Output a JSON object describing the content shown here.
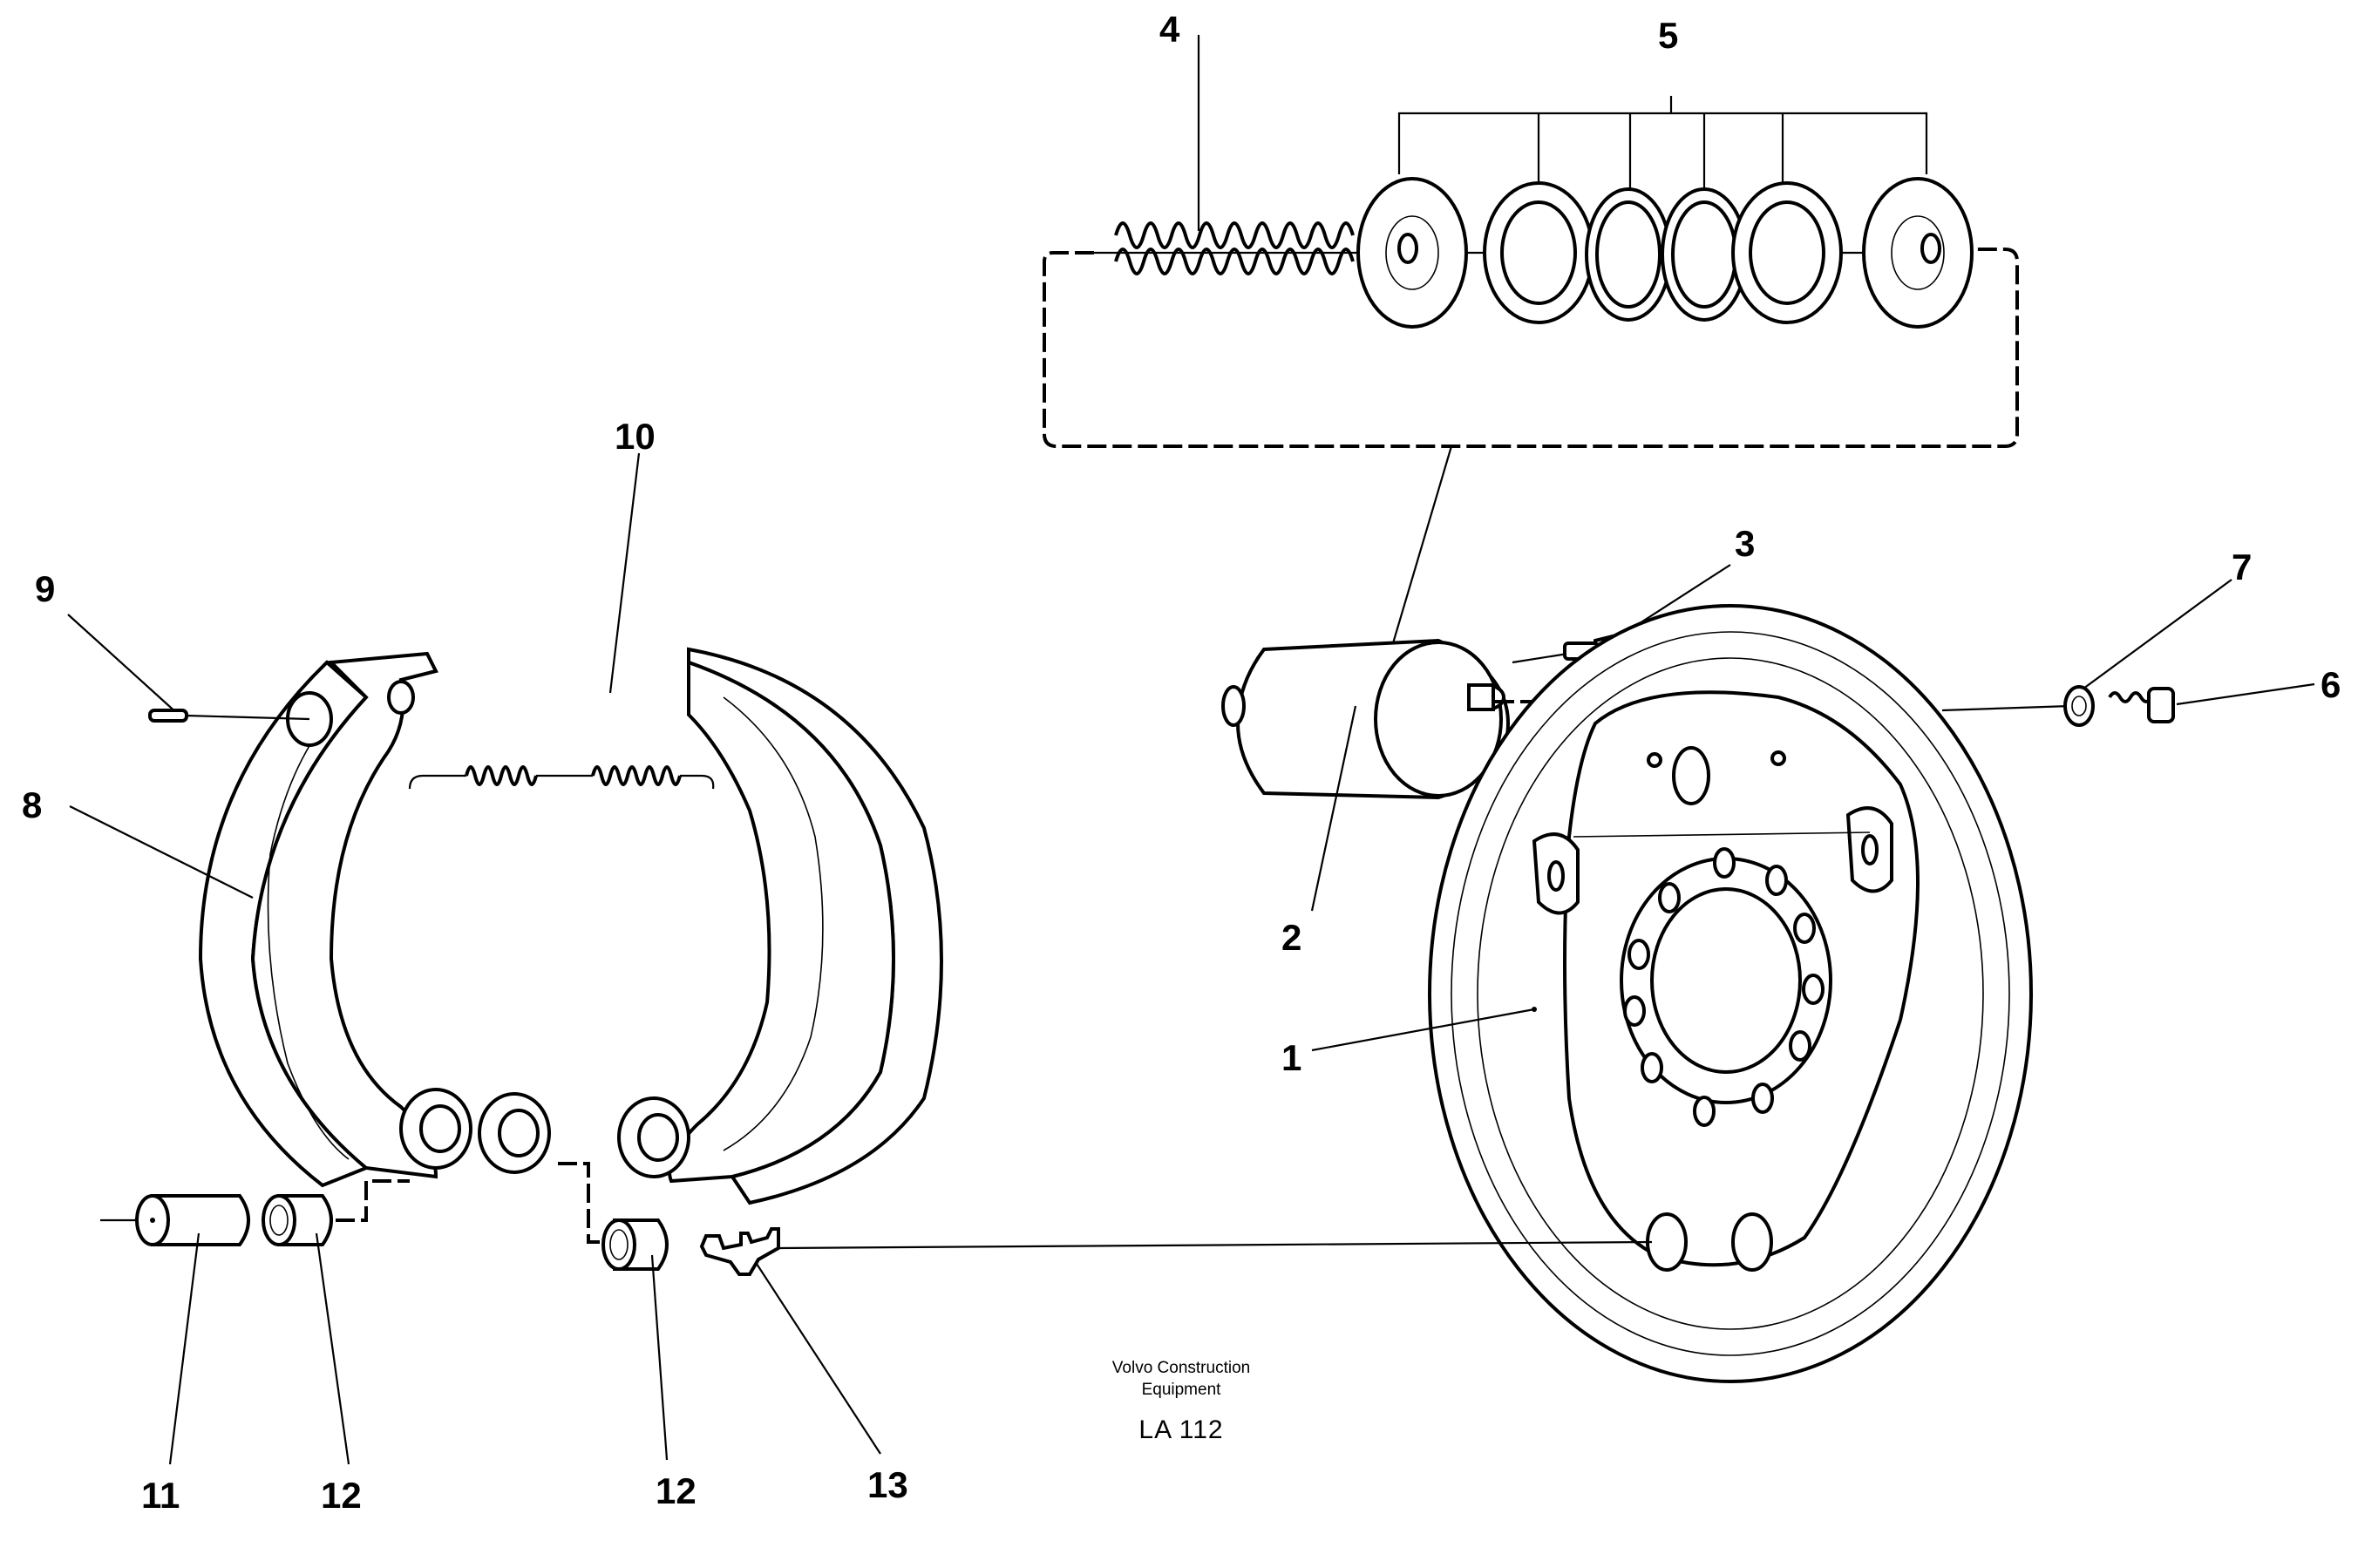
{
  "diagram": {
    "callouts": [
      "1",
      "2",
      "3",
      "4",
      "5",
      "6",
      "7",
      "8",
      "9",
      "10",
      "11",
      "12",
      "12",
      "13"
    ],
    "caption": {
      "line1": "Volvo Construction",
      "line2": "Equipment",
      "code": "LA 112"
    }
  }
}
